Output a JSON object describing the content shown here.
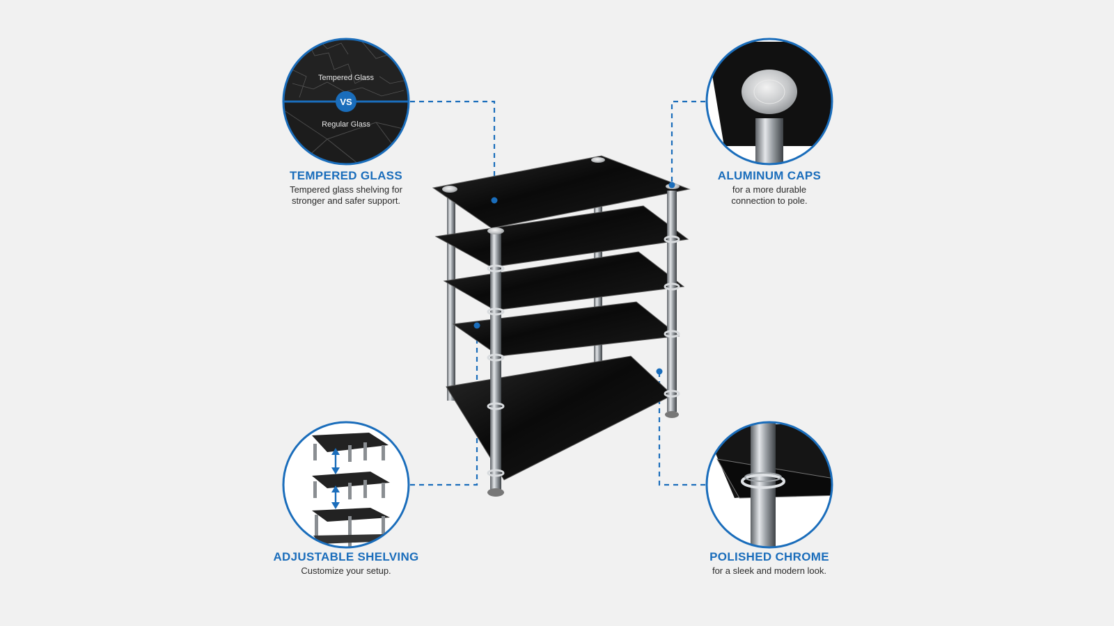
{
  "colors": {
    "background": "#f1f1f1",
    "accent": "#1a6dbb",
    "glass": "#0c0c0c",
    "chrome": "#b9bdc2"
  },
  "features": {
    "tempered_glass": {
      "title": "TEMPERED GLASS",
      "desc_line1": "Tempered glass shelving for",
      "desc_line2": "stronger and safer support.",
      "inset_top_label": "Tempered Glass",
      "inset_badge": "VS",
      "inset_bottom_label": "Regular Glass"
    },
    "aluminum_caps": {
      "title": "ALUMINUM CAPS",
      "desc_line1": "for a more durable",
      "desc_line2": "connection to pole."
    },
    "adjustable_shelving": {
      "title": "ADJUSTABLE SHELVING",
      "desc_line1": "Customize your setup."
    },
    "polished_chrome": {
      "title": "POLISHED CHROME",
      "desc_line1": "for a sleek and modern look."
    }
  }
}
